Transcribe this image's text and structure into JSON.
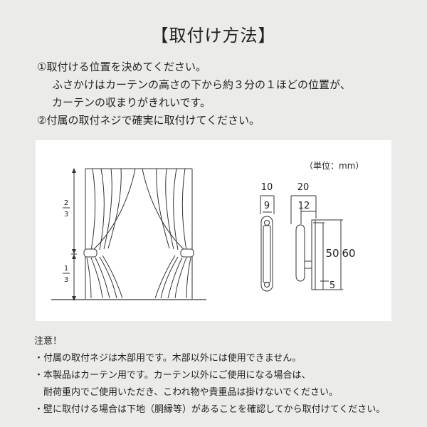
{
  "title": "【取付け方法】",
  "steps": [
    "①取付ける位置を決めてください。",
    "ふさかけはカーテンの高さの下から約３分の１ほどの位置が、",
    "カーテンの収まりがきれいです。",
    "②付属の取付ネジで確実に取付けてください。"
  ],
  "diagram": {
    "unit": "（単位：mm）",
    "fraction_upper": {
      "num": "2",
      "den": "3"
    },
    "fraction_lower": {
      "num": "1",
      "den": "3"
    },
    "dims": {
      "w10": "10",
      "w9": "9",
      "w20": "20",
      "w12": "12",
      "h50": "50",
      "h60": "60",
      "h5": "5"
    }
  },
  "notes": {
    "heading": "注意！",
    "items": [
      "・付属の取付ネジは木部用です。木部以外には使用できません。",
      "・本製品はカーテン用です。カーテン以外にご使用になる場合は、",
      "耐荷重内でご使用いただき、こわれ物や貴重品は掛けないでください。",
      "・壁に取付ける場合は下地（胴縁等）があることを確認してから取付けてください。"
    ]
  },
  "colors": {
    "background": "#ebebea",
    "panel": "#ffffff",
    "ink": "#222222"
  }
}
